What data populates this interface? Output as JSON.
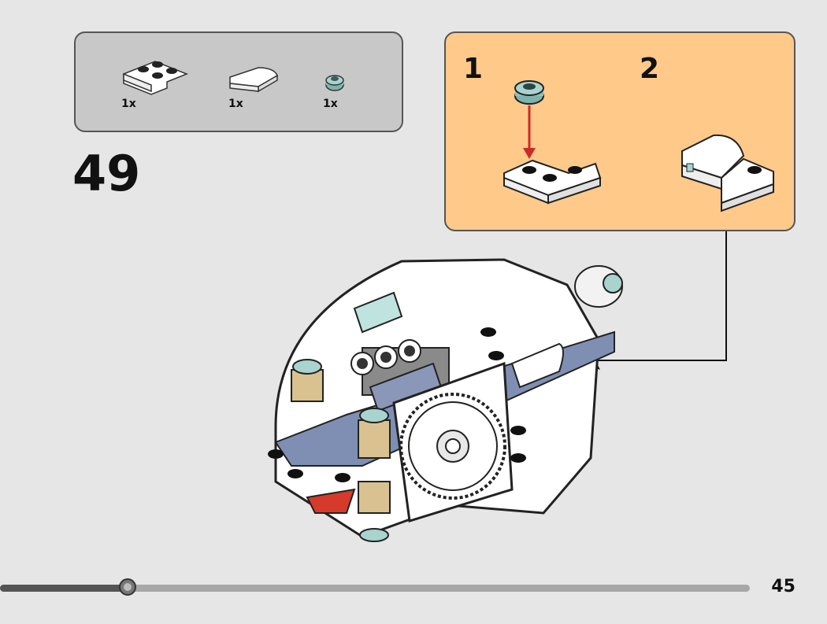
{
  "step": {
    "number": "49"
  },
  "parts_list": {
    "items": [
      {
        "name": "white-corner-plate-icon",
        "qty": "1x"
      },
      {
        "name": "white-curved-slope-icon",
        "qty": "1x"
      },
      {
        "name": "transparent-light-blue-round-plate-icon",
        "qty": "1x"
      }
    ]
  },
  "sub_assembly": {
    "steps": [
      {
        "label": "1"
      },
      {
        "label": "2"
      }
    ]
  },
  "progress": {
    "fraction": 0.17
  },
  "page": {
    "number": "45"
  },
  "colors": {
    "parts_box_bg": "#c8c8c8",
    "sub_box_bg": "#ffc98a",
    "page_bg": "#e6e6e6",
    "arrow_red": "#cc2a2a"
  }
}
